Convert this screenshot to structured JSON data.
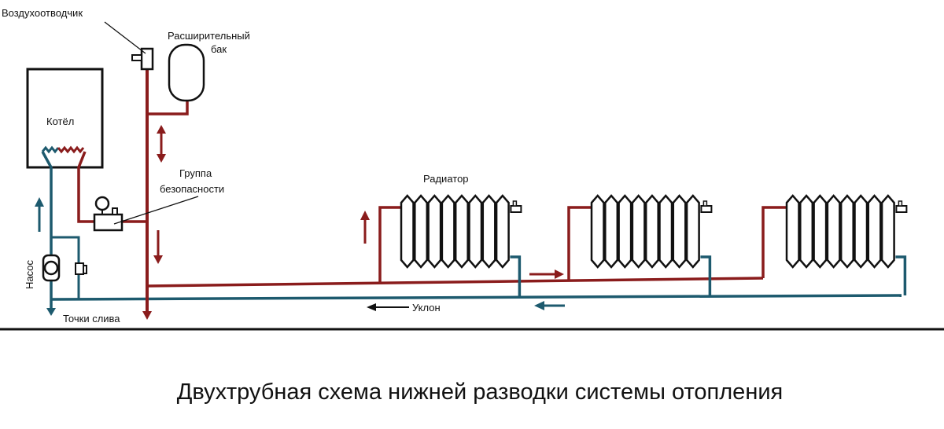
{
  "labels": {
    "air_vent": "Воздухоотводчик",
    "tank_line1": "Расширительный",
    "tank_line2": "бак",
    "boiler": "Котёл",
    "safety_line1": "Группа",
    "safety_line2": "безопасности",
    "pump": "Насос",
    "drain": "Точки слива",
    "radiator": "Радиатор",
    "slope": "Уклон"
  },
  "caption": "Двухтрубная схема нижней разводки системы отопления",
  "colors": {
    "supply": "#8a1c1c",
    "return": "#1d5a6e",
    "outline": "#111111"
  }
}
